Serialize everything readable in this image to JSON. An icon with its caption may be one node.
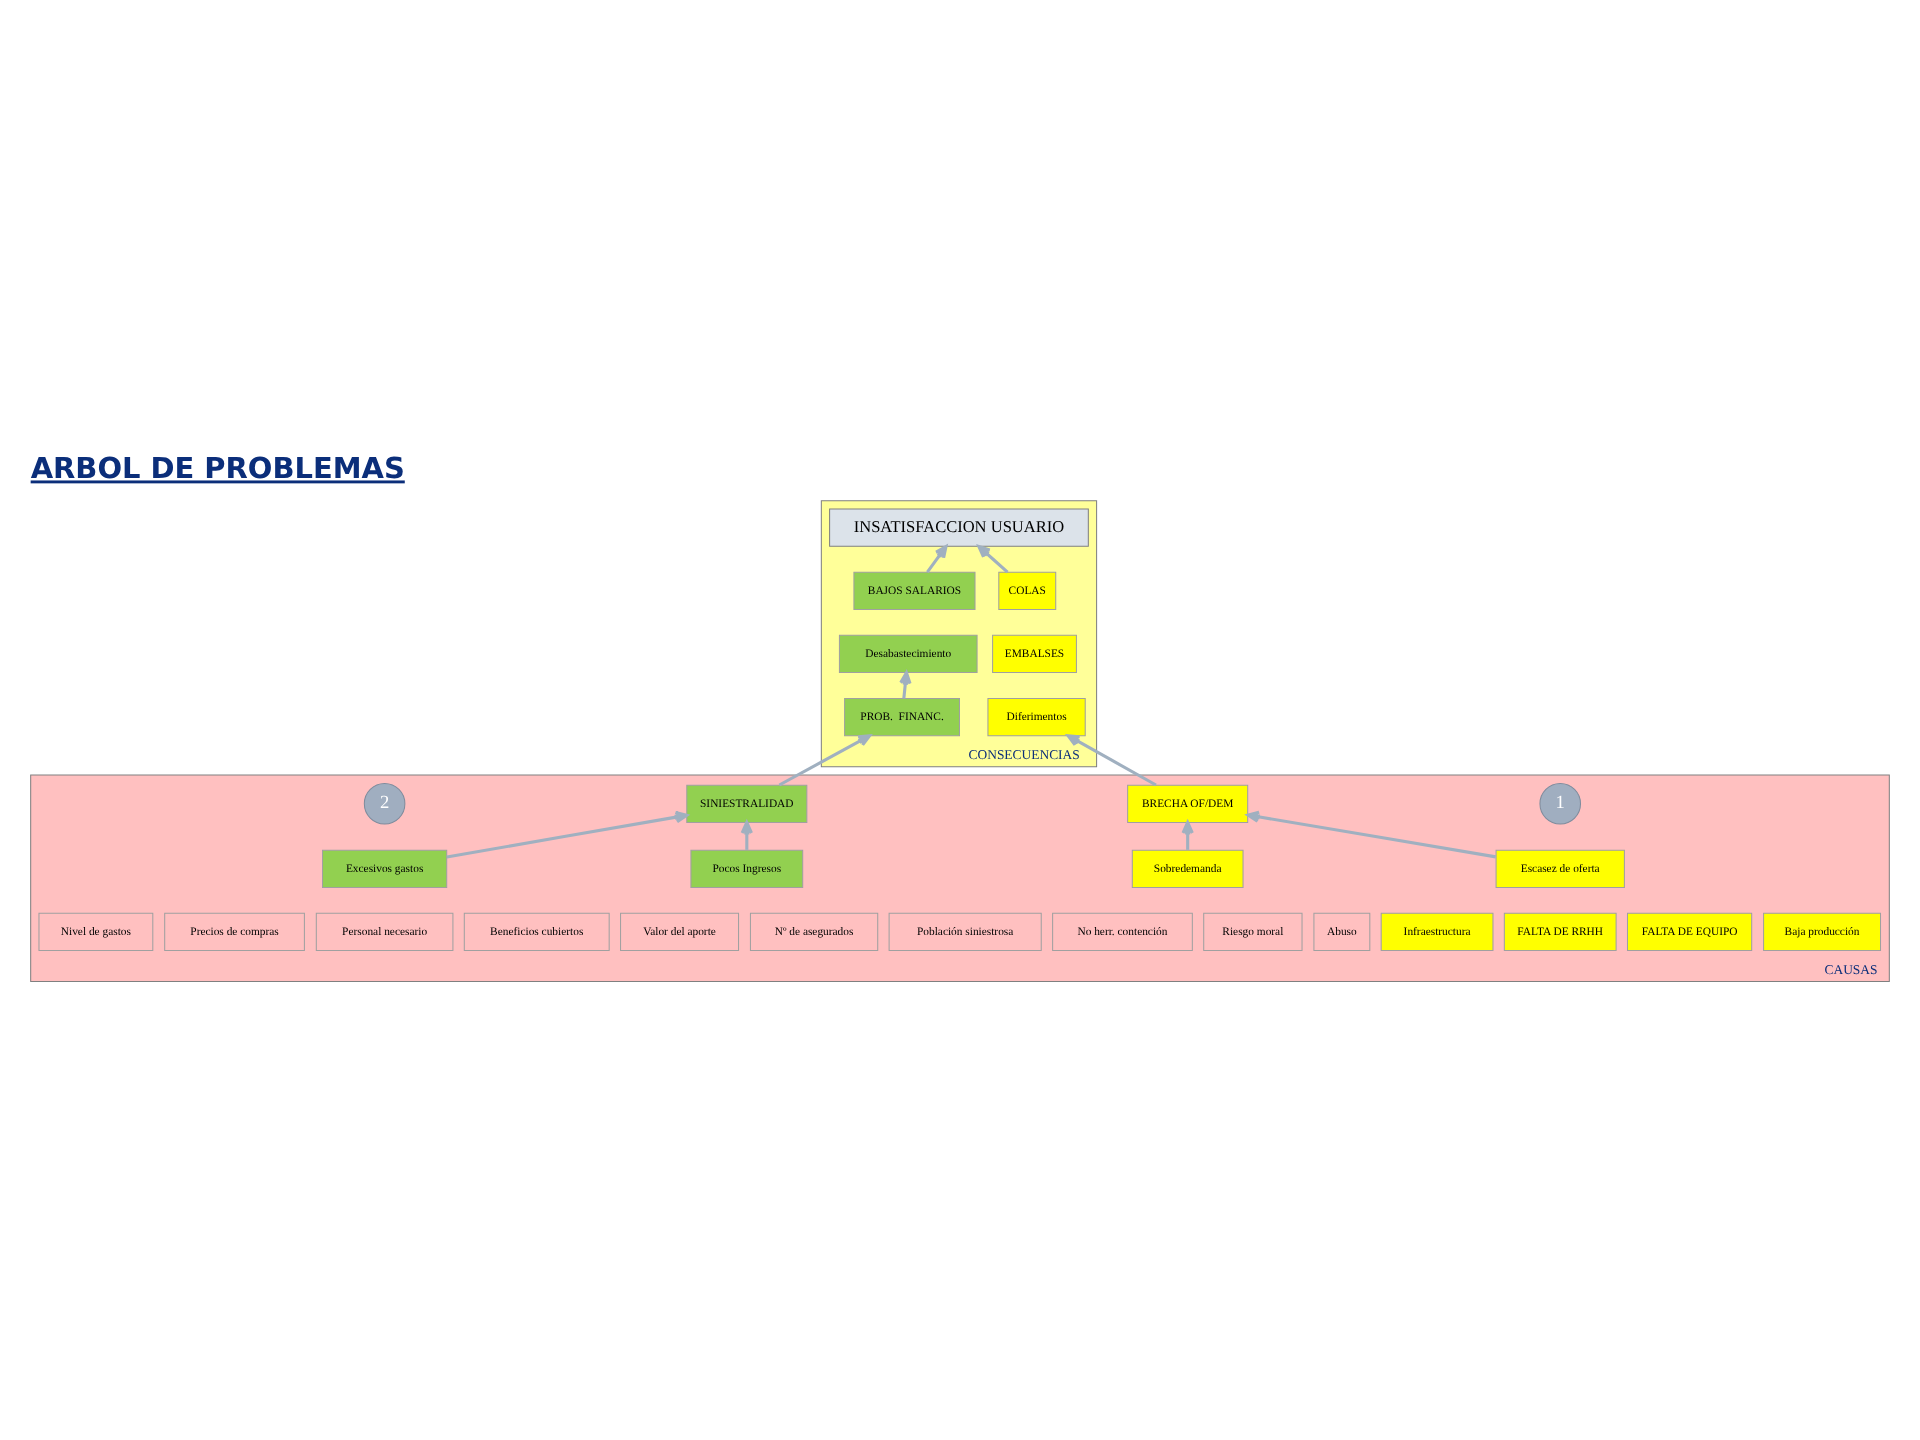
{
  "diagram": {
    "title": "ARBOL DE PROBLEMAS",
    "nodes": [
      {
        "text": [
          "CONSECUENCIAS"
        ]
      },
      {
        "text": [
          "INSATISFACCION USUARIO"
        ],
        "in": 0
      },
      {
        "text": [
          "COLAS"
        ],
        "in": 0
      },
      {
        "text": [
          "EMBALSES"
        ],
        "in": 0
      },
      {
        "text": [
          "Diferimentos"
        ],
        "in": 0
      },
      {
        "text": [
          "BAJOS SALARIOS"
        ],
        "in": 0
      },
      {
        "text": [
          "Desabastecimiento"
        ],
        "in": 0
      },
      {
        "text": [
          "PROB.  FINANC."
        ],
        "in": 0
      },
      {
        "text": [
          "CAUSAS"
        ]
      },
      {
        "text": [
          "BRECHA OF/DEM"
        ],
        "in": 8
      },
      {
        "text": [
          "1"
        ],
        "in": 8
      },
      {
        "text": [
          "SINIESTRALIDAD"
        ],
        "in": 8
      },
      {
        "text": [
          "2"
        ],
        "in": 8
      },
      {
        "text": [
          "Escasez de oferta"
        ],
        "in": 8
      },
      {
        "text": [
          "Sobredemanda"
        ],
        "in": 8
      },
      {
        "text": [
          "Pocos Ingresos"
        ],
        "in": 8
      },
      {
        "text": [
          "Excesivos gastos"
        ],
        "in": 8
      },
      {
        "text": [
          "Baja producción"
        ],
        "in": 8
      },
      {
        "text": [
          "FALTA DE EQUIPO"
        ],
        "in": 8
      },
      {
        "text": [
          "FALTA DE RRHH"
        ],
        "in": 8
      },
      {
        "text": [
          "Infraestructura"
        ],
        "in": 8
      },
      {
        "text": [
          "Abuso"
        ],
        "in": 8
      },
      {
        "text": [
          "Riesgo moral"
        ],
        "in": 8
      },
      {
        "text": [
          "No herr. contención"
        ],
        "in": 8
      },
      {
        "text": [
          "Población siniestrosa"
        ],
        "in": 8
      },
      {
        "text": [
          "Nº de asegurados"
        ],
        "in": 8
      },
      {
        "text": [
          "Valor del aporte"
        ],
        "in": 8
      },
      {
        "text": [
          "Beneficios cubiertos"
        ],
        "in": 8
      },
      {
        "text": [
          "Personal necesario"
        ],
        "in": 8
      },
      {
        "text": [
          "Precios de compras"
        ],
        "in": 8
      },
      {
        "text": [
          "Nivel de gastos"
        ],
        "in": 8
      }
    ],
    "edges": [
      {
        "from": 2,
        "to": 1,
        "arrow": "to"
      },
      {
        "from": 5,
        "to": 1,
        "arrow": "to"
      },
      {
        "from": 9,
        "to": 4,
        "arrow": "to"
      },
      {
        "from": 7,
        "to": 6,
        "arrow": "to"
      },
      {
        "from": 11,
        "to": 7,
        "arrow": "to"
      },
      {
        "from": 13,
        "to": 9,
        "arrow": "to"
      },
      {
        "from": 14,
        "to": 9,
        "arrow": "to"
      },
      {
        "from": 15,
        "to": 11,
        "arrow": "to"
      },
      {
        "from": 16,
        "to": 11,
        "arrow": "to"
      }
    ]
  }
}
